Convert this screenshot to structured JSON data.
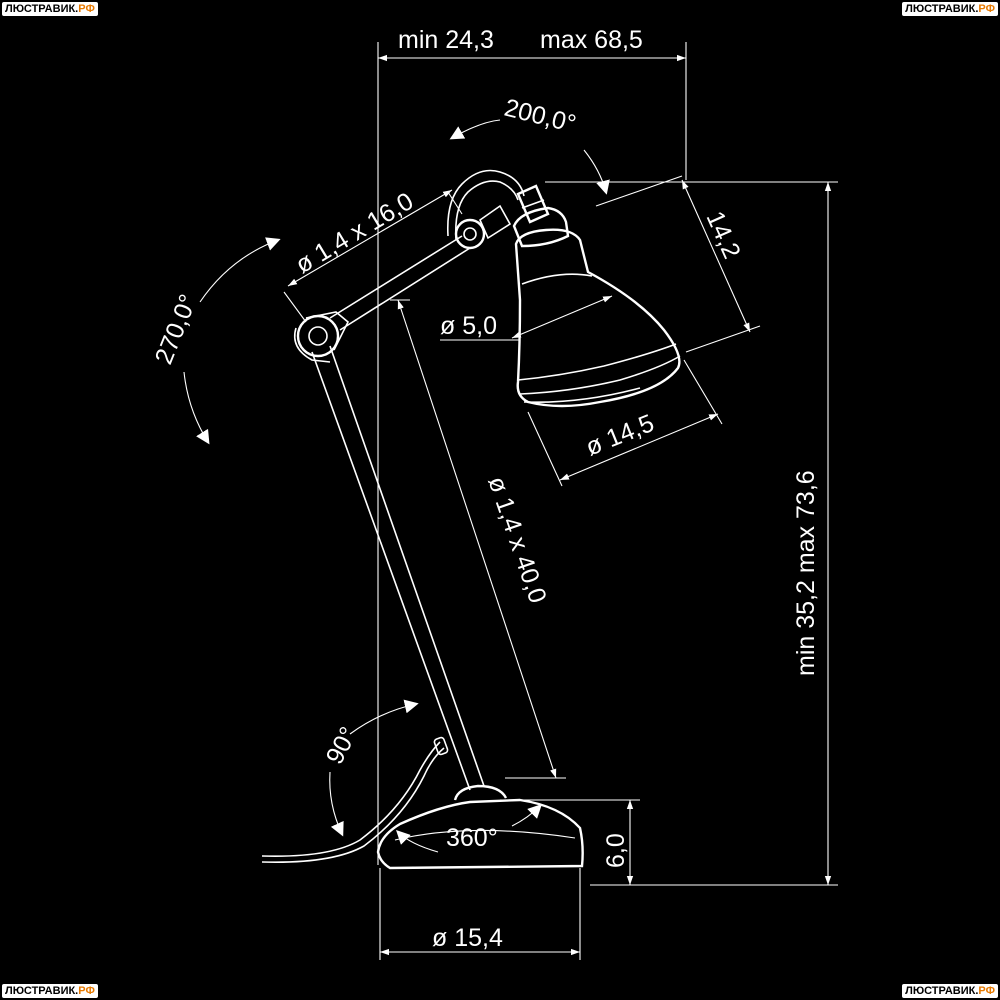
{
  "watermark": {
    "main": "ЛЮСТРАВИК.",
    "suffix": "РФ"
  },
  "dimensions": {
    "width_min": "min 24,3",
    "width_max": "max 68,5",
    "angle_head": "200,0°",
    "upper_arm": "ø 1,4 x 16,0",
    "angle_elbow": "270,0°",
    "shade_depth": "14,2",
    "socket_dia": "ø 5,0",
    "shade_dia": "ø 14,5",
    "lower_arm": "ø 1,4 x 40,0",
    "height": "min 35,2  max 73,6",
    "angle_base_tilt": "90°",
    "angle_base_rotation": "360°",
    "base_height": "6,0",
    "base_dia": "ø 15,4"
  }
}
